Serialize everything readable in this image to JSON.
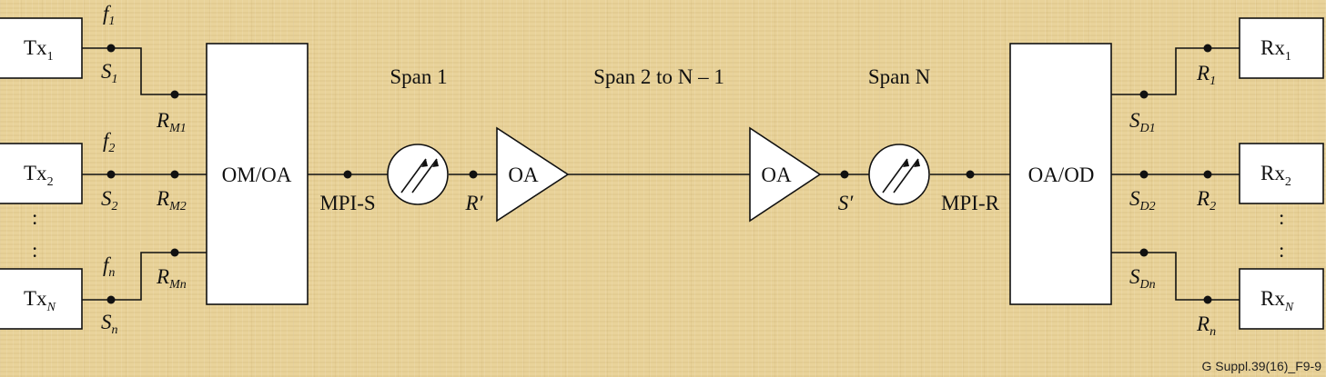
{
  "diagram": {
    "tx": [
      {
        "base": "Tx",
        "sub": "1"
      },
      {
        "base": "Tx",
        "sub": "2"
      },
      {
        "base": "Tx",
        "sub": "N"
      }
    ],
    "rx": [
      {
        "base": "Rx",
        "sub": "1"
      },
      {
        "base": "Rx",
        "sub": "2"
      },
      {
        "base": "Rx",
        "sub": "N"
      }
    ],
    "f_labels": [
      {
        "base": "f",
        "sub": "1"
      },
      {
        "base": "f",
        "sub": "2"
      },
      {
        "base": "f",
        "sub": "n"
      }
    ],
    "s_labels": [
      {
        "base": "S",
        "sub": "1"
      },
      {
        "base": "S",
        "sub": "2"
      },
      {
        "base": "S",
        "sub": "n"
      }
    ],
    "rm_labels": [
      {
        "base": "R",
        "sub": "M1"
      },
      {
        "base": "R",
        "sub": "M2"
      },
      {
        "base": "R",
        "sub": "Mn"
      }
    ],
    "sd_labels": [
      {
        "base": "S",
        "sub": "D1"
      },
      {
        "base": "S",
        "sub": "D2"
      },
      {
        "base": "S",
        "sub": "Dn"
      }
    ],
    "r_labels": [
      {
        "base": "R",
        "sub": "1"
      },
      {
        "base": "R",
        "sub": "2"
      },
      {
        "base": "R",
        "sub": "n"
      }
    ],
    "mux_label": "OM/OA",
    "demux_label": "OA/OD",
    "amp_label": "OA",
    "mpi_s": "MPI-S",
    "mpi_r": "MPI-R",
    "r_prime": "R′",
    "s_prime": "S′",
    "span_1": "Span 1",
    "span_middle": "Span 2 to N – 1",
    "span_n": "Span N",
    "ellipsis": ":",
    "figure_ref": "G Suppl.39(16)_F9-9",
    "icons": [
      "connector-icon-span-1",
      "connector-icon-span-n"
    ]
  }
}
